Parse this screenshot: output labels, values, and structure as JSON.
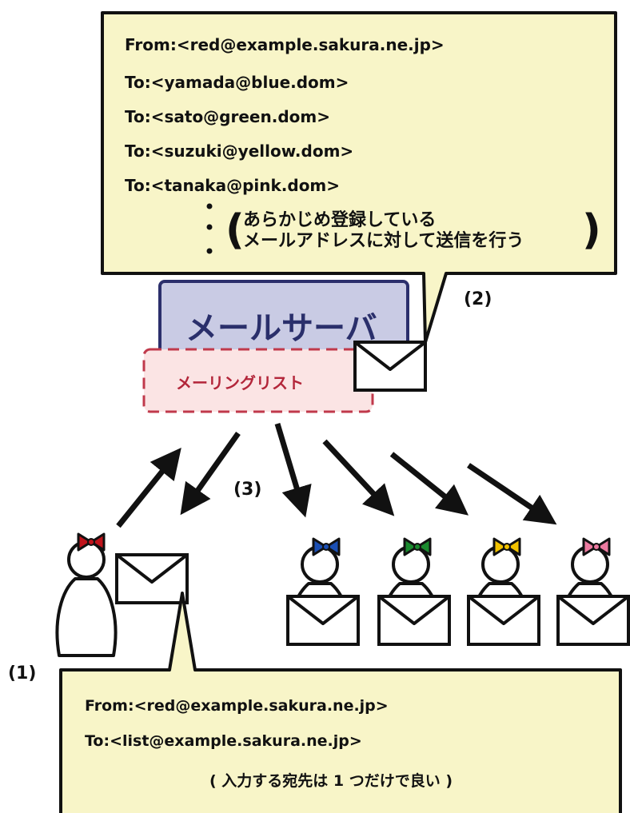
{
  "top_bubble": {
    "from": "From:<red@example.sakura.ne.jp>",
    "to_lines": [
      "To:<yamada@blue.dom>",
      "To:<sato@green.dom>",
      "To:<suzuki@yellow.dom>",
      "To:<tanaka@pink.dom>"
    ],
    "note_lines": [
      "あらかじめ登録している",
      "メールアドレスに対して送信を行う"
    ]
  },
  "server_label": "メールサーバ",
  "mailing_list_label": "メーリングリスト",
  "steps": {
    "one": "(1)",
    "two": "(2)",
    "three": "(3)"
  },
  "bottom_bubble": {
    "from": "From:<red@example.sakura.ne.jp>",
    "to": "To:<list@example.sakura.ne.jp>",
    "note": "( 入力する宛先は 1 つだけで良い )"
  },
  "colors": {
    "bubble_fill": "#f8f5c8",
    "server_fill": "#c9cbe4",
    "server_border": "#2b2f6c",
    "ml_fill": "#fbe4e4",
    "ml_border": "#c0394b",
    "bow_red": "#c0141c",
    "bow_blue": "#1b4fb3",
    "bow_green": "#1a8a2e",
    "bow_yellow": "#f2c200",
    "bow_pink": "#ec7aa0"
  }
}
